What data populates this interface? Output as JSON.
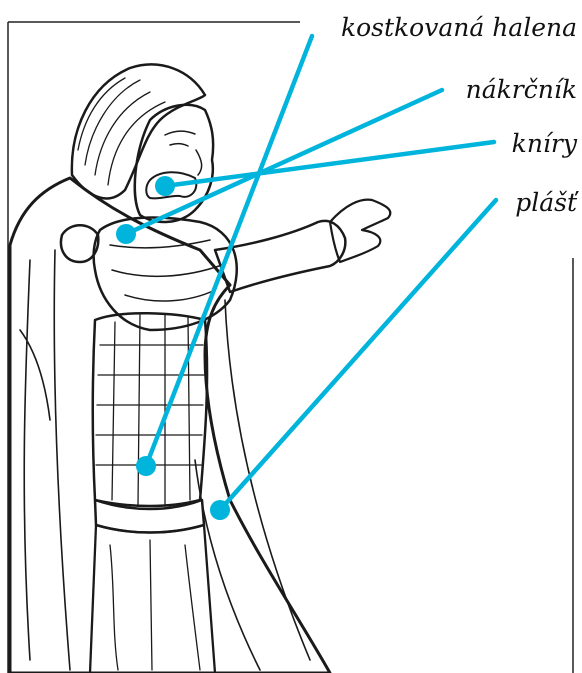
{
  "colors": {
    "leader_line": "#00b4dc",
    "ink": "#1a1a1a",
    "background": "#ffffff"
  },
  "labels": {
    "shirt": "kostkovaná halena",
    "scarf": "nákrčník",
    "mustache": "kníry",
    "cloak": "plášť"
  }
}
